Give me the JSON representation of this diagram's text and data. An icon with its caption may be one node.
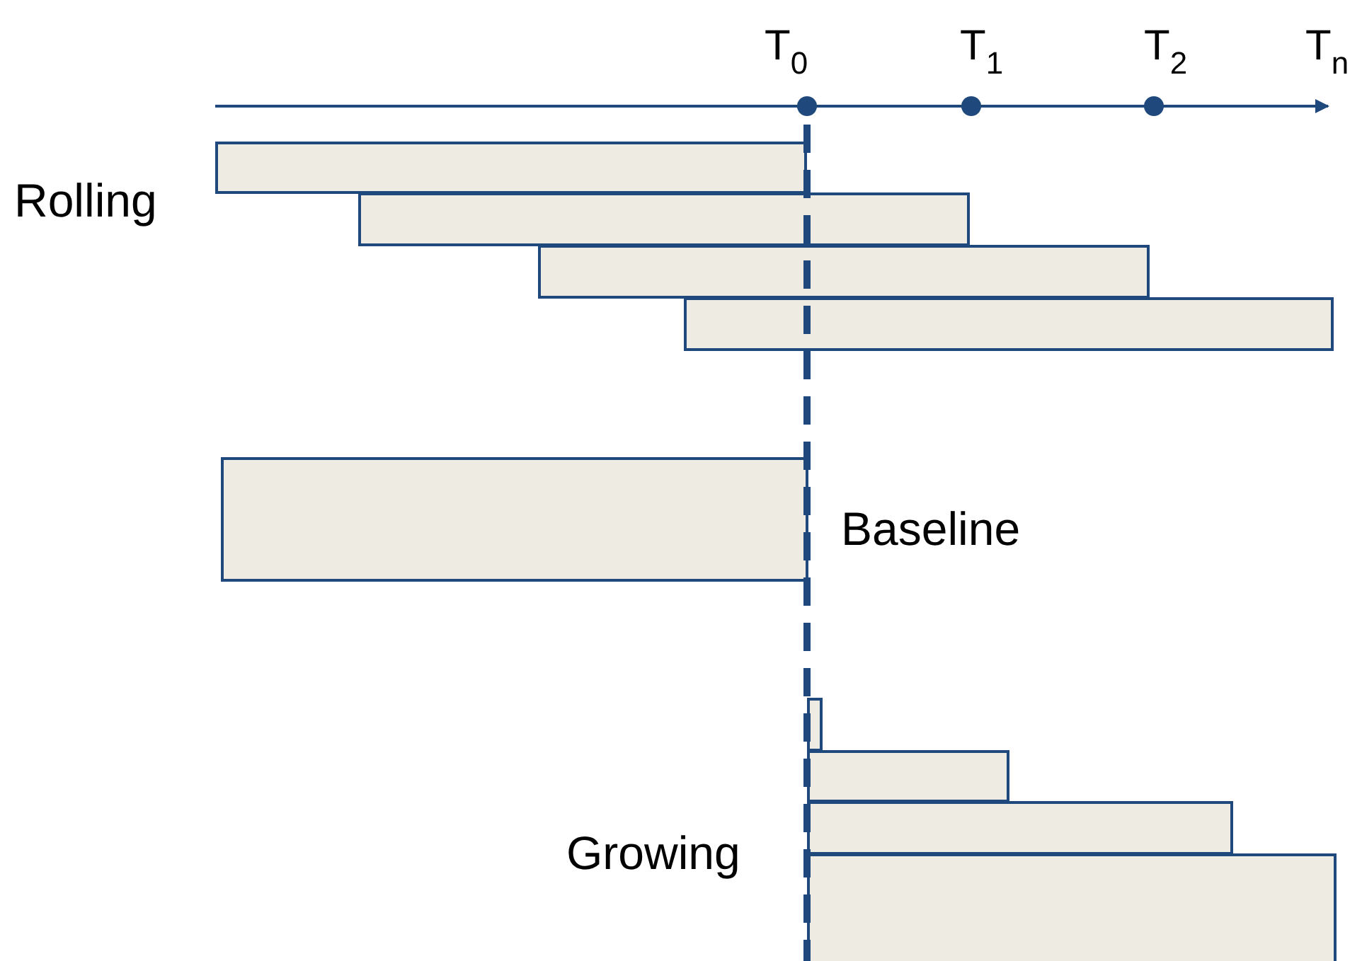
{
  "diagram": {
    "nodes": [
      {
        "text": [],
        "shape": "box"
      },
      {
        "text": [],
        "shape": "box"
      },
      {
        "text": [],
        "shape": "box"
      },
      {
        "text": [],
        "shape": "box"
      },
      {
        "text": [],
        "shape": "box"
      },
      {
        "text": [],
        "shape": "box"
      },
      {
        "text": [],
        "shape": "box"
      },
      {
        "text": [],
        "shape": "box"
      },
      {
        "text": [],
        "shape": "box"
      }
    ],
    "labels": [
      "T$_{0}$",
      "T$_{1}$",
      "T$_{2}$",
      "T$_{n}$",
      "Rolling",
      "Baseline",
      "Growing"
    ]
  }
}
